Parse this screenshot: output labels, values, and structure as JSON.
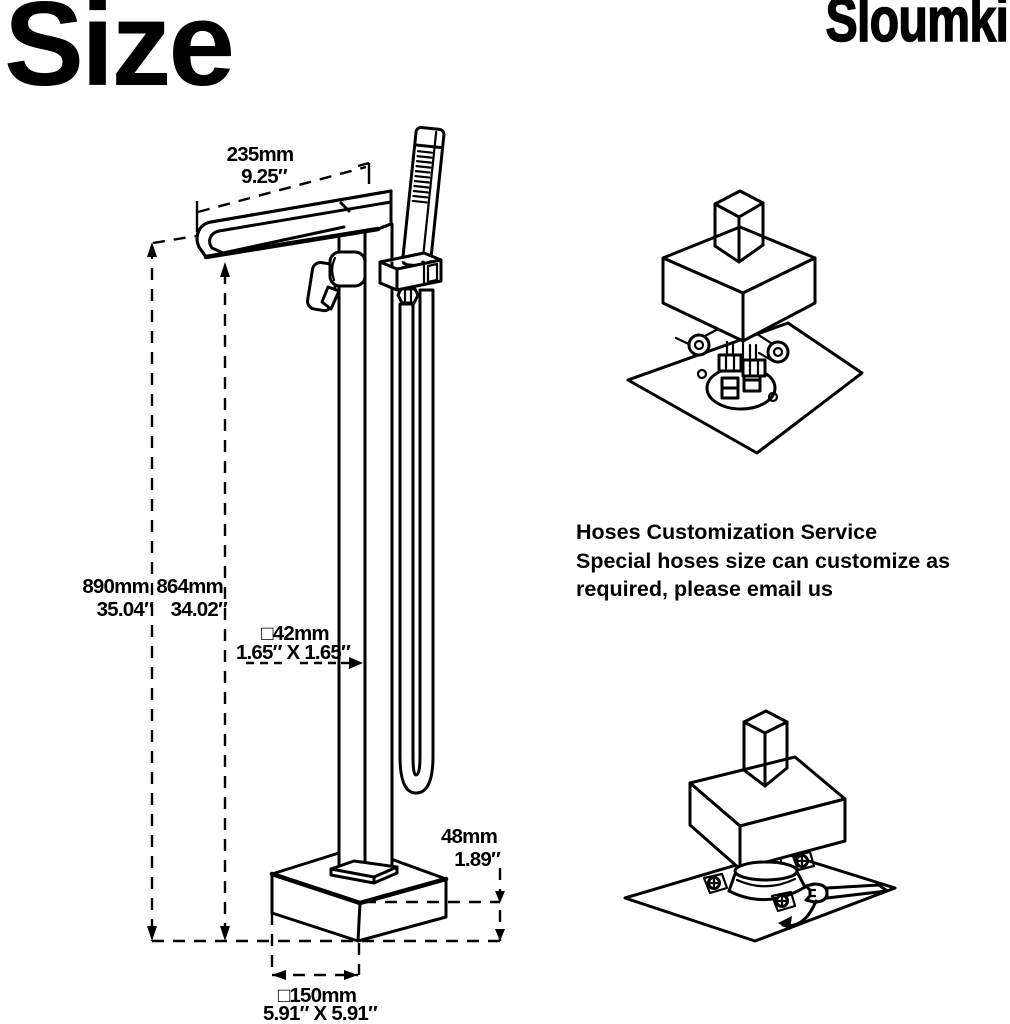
{
  "page": {
    "title": "Size",
    "brand": "Sloumki",
    "ink": "#000000",
    "background": "#ffffff"
  },
  "note": {
    "line1": "Hoses Customization Service",
    "line2": "Special hoses size can customize as",
    "line3": "required, please email us"
  },
  "dimensions": {
    "spout_reach_mm": "235mm",
    "spout_reach_in": "9.25″",
    "total_height_mm": "890mm",
    "total_height_in": "35.04″",
    "spout_height_mm": "864mm",
    "spout_height_in": "34.02″",
    "column_section_mm": "□42mm",
    "column_section_in": "1.65″ X 1.65″",
    "base_height_mm": "48mm",
    "base_height_in": "1.89″",
    "base_size_mm": "□150mm",
    "base_size_in": "5.91″ X 5.91″"
  }
}
